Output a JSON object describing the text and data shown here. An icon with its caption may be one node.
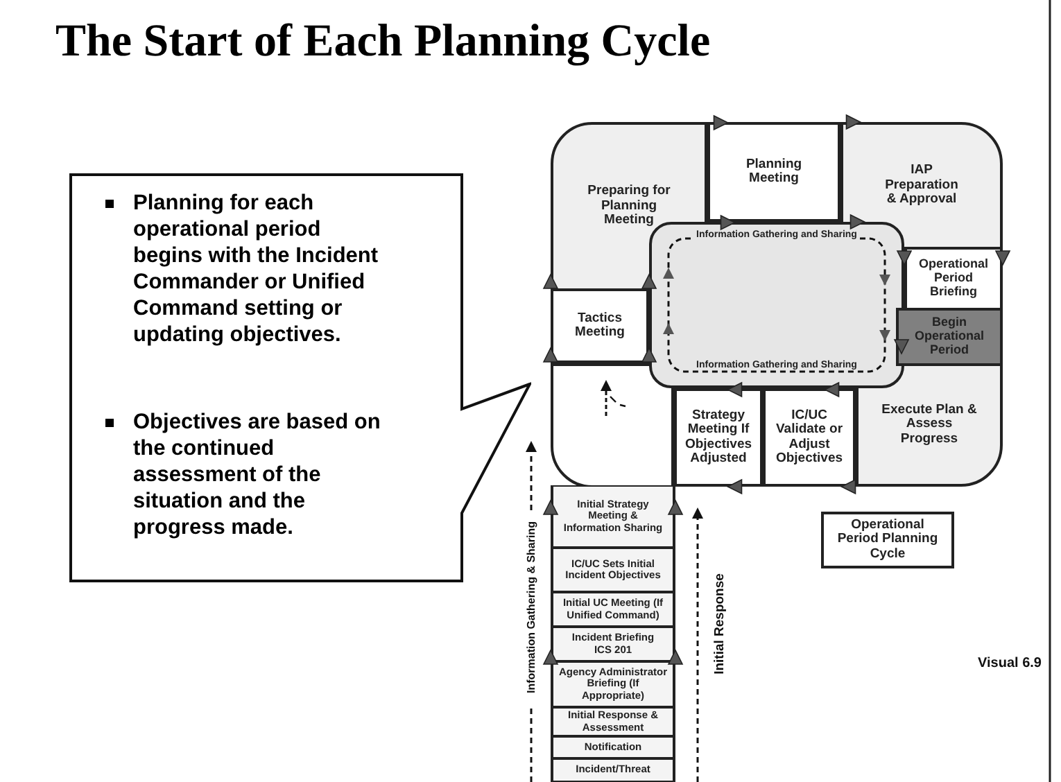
{
  "diagram": {
    "title": "The Start of Each Planning Cycle",
    "nodes": [
      {
        "text": [
          "Planning for each operational period begins with the Incident Commander or Unified Command setting or updating objectives.",
          "Objectives are based on the continued assessment of the situation and the progress made."
        ]
      },
      {
        "text": [
          "Preparing for Planning Meeting"
        ]
      },
      {
        "text": [
          "Planning Meeting"
        ]
      },
      {
        "text": [
          "IAP Preparation & Approval"
        ]
      },
      {
        "text": [
          "Operational Period Briefing"
        ]
      },
      {
        "text": [
          "Begin Operational Period"
        ]
      },
      {
        "text": [
          "Execute Plan & Assess Progress"
        ]
      },
      {
        "text": [
          "IC/UC Validate or Adjust Objectives"
        ]
      },
      {
        "text": [
          "Strategy Meeting If Objectives Adjusted"
        ]
      },
      {
        "text": [],
        "shape": "box"
      },
      {
        "text": [
          "Tactics Meeting"
        ]
      },
      {
        "text": [
          "Information Gathering and Sharing",
          "Information Gathering and Sharing"
        ]
      },
      {
        "text": [
          "Initial Strategy Meeting & Information Sharing"
        ]
      },
      {
        "text": [
          "IC/UC Sets Initial Incident Objectives"
        ]
      },
      {
        "text": [
          "Initial UC Meeting (If Unified Command)"
        ]
      },
      {
        "text": [
          "Incident Briefing ICS 201"
        ]
      },
      {
        "text": [
          "Agency Administrator Briefing (If Appropriate)"
        ]
      },
      {
        "text": [
          "Initial Response & Assessment"
        ]
      },
      {
        "text": [
          "Notification"
        ]
      },
      {
        "text": [
          "Incident/Threat"
        ]
      },
      {
        "text": [
          "Operational Period Planning Cycle"
        ]
      }
    ],
    "edges": [
      {
        "from": 1,
        "to": 2,
        "arrow": "to"
      },
      {
        "from": 2,
        "to": 3,
        "arrow": "to"
      },
      {
        "from": 3,
        "to": 4,
        "arrow": "to"
      },
      {
        "from": 4,
        "to": 5,
        "arrow": "to"
      },
      {
        "from": 6,
        "to": 7,
        "arrow": "to"
      },
      {
        "from": 7,
        "to": 8,
        "arrow": "to"
      },
      {
        "from": 9,
        "to": 10,
        "arrow": "to"
      },
      {
        "from": 10,
        "to": 1,
        "arrow": "to"
      },
      {
        "from": 12,
        "to": 9,
        "arrow": "to"
      },
      {
        "from": 16,
        "to": 15,
        "arrow": "to"
      }
    ],
    "labels": [
      "Information Gathering & Sharing",
      "Initial Response",
      "Visual 6.9"
    ]
  }
}
